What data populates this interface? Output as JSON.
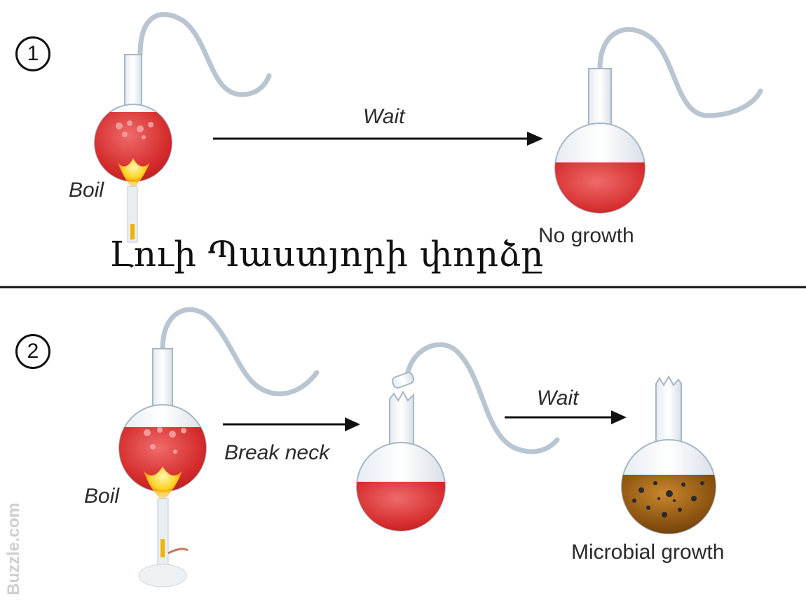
{
  "title": "Լուի Պաստյորի փորձը",
  "watermark": "Buzzle.com",
  "colors": {
    "broth": "#d42a2a",
    "broth_dark": "#b41b1b",
    "contaminated": "#8a5210",
    "flame": "#ffd21f",
    "glass": "#a8b6c4",
    "line": "#111111"
  },
  "icons": [
    "swan-neck-flask-icon",
    "bunsen-burner-icon",
    "flame-icon",
    "broken-neck-flask-icon",
    "arrow-right-icon"
  ],
  "experiment_1": {
    "number": "1",
    "boil_label": "Boil",
    "arrow_label": "Wait",
    "result_label": "No growth"
  },
  "experiment_2": {
    "number": "2",
    "boil_label": "Boil",
    "arrow1_label": "Break neck",
    "arrow2_label": "Wait",
    "result_label": "Microbial growth"
  }
}
